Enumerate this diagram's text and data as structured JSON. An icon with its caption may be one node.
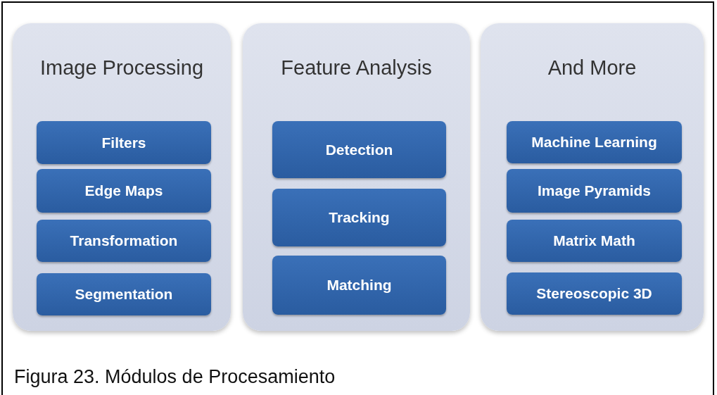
{
  "diagram": {
    "caption": "Figura 23. Módulos de Procesamiento",
    "nodes": [
      {
        "text": [
          "Image Processing"
        ]
      },
      {
        "text": [
          "Filters"
        ],
        "in": 0
      },
      {
        "text": [
          "Edge Maps"
        ],
        "in": 0
      },
      {
        "text": [
          "Transformation"
        ],
        "in": 0
      },
      {
        "text": [
          "Segmentation"
        ],
        "in": 0
      },
      {
        "text": [
          "Feature Analysis"
        ]
      },
      {
        "text": [
          "Detection"
        ],
        "in": 5
      },
      {
        "text": [
          "Tracking"
        ],
        "in": 5
      },
      {
        "text": [
          "Matching"
        ],
        "in": 5
      },
      {
        "text": [
          "And More"
        ]
      },
      {
        "text": [
          "Machine Learning"
        ],
        "in": 9
      },
      {
        "text": [
          "Image Pyramids"
        ],
        "in": 9
      },
      {
        "text": [
          "Matrix Math"
        ],
        "in": 9
      },
      {
        "text": [
          "Stereoscopic 3D"
        ],
        "in": 9
      }
    ]
  }
}
